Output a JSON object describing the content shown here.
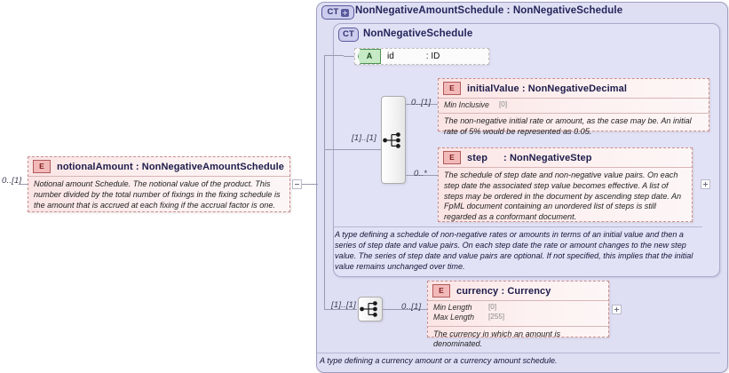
{
  "diagram": {
    "type": "xsd-schema-diagram",
    "title": "NonNegativeAmountSchedule : NonNegativeSchedule"
  },
  "left_element": {
    "icon": "element-icon",
    "icon_label": "E",
    "name": "notionalAmount",
    "separator": ":",
    "type": "NonNegativeAmountSchedule",
    "cardinality": "0..[1]",
    "documentation": "Notional amount Schedule. The notional value of the product. This number divided by the total number of fixings in the fixing schedule is the amount that is accrued at each fixing if the accrual factor is one.",
    "collapse_control": "minus-box"
  },
  "outer_container": {
    "badge": "CT",
    "badge_has_plus": true,
    "title": "NonNegativeAmountSchedule : NonNegativeSchedule",
    "annotation": "A type defining a currency amount or a currency amount schedule."
  },
  "inner_container": {
    "badge": "CT",
    "badge_has_plus": false,
    "title": "NonNegativeSchedule",
    "annotation": "A type defining a schedule of non-negative rates or amounts in terms of an initial value and then a series of step date and value pairs. On each step date the rate or amount changes to the new step value. The series of step date and value pairs are optional. If not specified, this implies that the initial value remains unchanged over time."
  },
  "attribute_id": {
    "icon": "attribute-icon",
    "icon_label": "A",
    "name": "id",
    "separator": ":",
    "type": "ID"
  },
  "compositors": [
    {
      "id": "sequence-top",
      "icon": "sequence-icon",
      "cardinality_in": "[1]..[1]"
    },
    {
      "id": "sequence-bottom",
      "icon": "sequence-icon",
      "cardinality_in": "[1]..[1]"
    }
  ],
  "elements": [
    {
      "id": "initialValue",
      "icon_label": "E",
      "name": "initialValue",
      "separator": ":",
      "type": "NonNegativeDecimal",
      "cardinality": "0..[1]",
      "facets": [
        {
          "label": "Min Inclusive",
          "value": "[0]"
        }
      ],
      "documentation": "The non-negative initial rate or amount, as the case may be. An initial rate of 5% would be represented as 0.05.",
      "expand_control": null
    },
    {
      "id": "step",
      "icon_label": "E",
      "name": "step",
      "separator": ":",
      "type": "NonNegativeStep",
      "cardinality": "0..*",
      "facets": [],
      "documentation": "The schedule of step date and non-negative value pairs. On each step date the associated step value becomes effective. A list of steps may be ordered in the document by ascending step date. An FpML document containing an unordered list of steps is still regarded as a conformant document.",
      "expand_control": "plus-box"
    },
    {
      "id": "currency",
      "icon_label": "E",
      "name": "currency",
      "separator": ":",
      "type": "Currency",
      "cardinality": "0..[1]",
      "facets": [
        {
          "label": "Min Length",
          "value": "[0]"
        },
        {
          "label": "Max Length",
          "value": "[255]"
        }
      ],
      "documentation": "The currency in which an amount is denominated.",
      "expand_control": "plus-box"
    }
  ],
  "colors": {
    "container_fill": "#dfdff4",
    "element_fill": "#fbe4e4",
    "attribute_fill": "#c6e9c6",
    "line": "#9a9ab0"
  }
}
